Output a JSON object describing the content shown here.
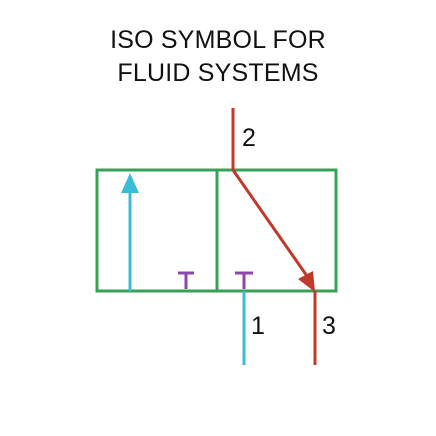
{
  "title": {
    "line1": "ISO SYMBOL FOR",
    "line2": "FLUID SYSTEMS"
  },
  "ports": {
    "pressure": "2",
    "inlet": "1",
    "exhaust": "3"
  },
  "colors": {
    "envelope": "#3aa055",
    "supply_flow": "#3bbcd6",
    "exhaust_flow": "#c0392b",
    "blocked_port": "#8e44ad",
    "text": "#111111",
    "background": "#ffffff"
  }
}
